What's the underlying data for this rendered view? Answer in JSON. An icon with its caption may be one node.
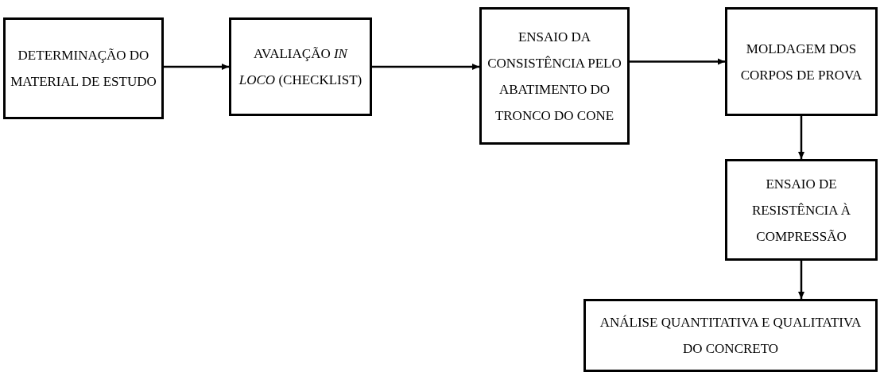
{
  "diagram": {
    "nodes": [
      {
        "text": [
          "DETERMINAÇÃO DO MATERIAL DE ESTUDO"
        ]
      },
      {
        "text": [
          "AVALIAÇÃO *IN LOCO* (CHECKLIST)"
        ]
      },
      {
        "text": [
          "ENSAIO DA CONSISTÊNCIA PELO ABATIMENTO DO TRONCO DO CONE"
        ]
      },
      {
        "text": [
          "MOLDAGEM DOS CORPOS DE PROVA"
        ]
      },
      {
        "text": [
          "ENSAIO DE RESISTÊNCIA À COMPRESSÃO"
        ]
      },
      {
        "text": [
          "ANÁLISE QUANTITATIVA E QUALITATIVA DO CONCRETO"
        ]
      }
    ],
    "edges": [
      {
        "from": 0,
        "to": 1,
        "arrow": "to"
      },
      {
        "from": 1,
        "to": 2,
        "arrow": "to"
      },
      {
        "from": 2,
        "to": 3,
        "arrow": "to"
      },
      {
        "from": 3,
        "to": 4,
        "arrow": "to"
      },
      {
        "from": 4,
        "to": 5,
        "arrow": "to"
      }
    ]
  }
}
